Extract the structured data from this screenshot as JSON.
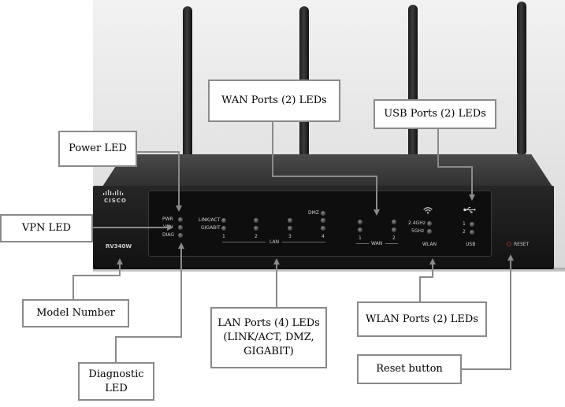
{
  "callouts": {
    "power_led": "Power LED",
    "vpn_led": "VPN LED",
    "model_number": "Model Number",
    "diagnostic_led_line1": "Diagnostic",
    "diagnostic_led_line2": "LED",
    "wan_ports": "WAN Ports (2) LEDs",
    "usb_ports": "USB Ports (2) LEDs",
    "lan_ports_line1": "LAN Ports (4) LEDs",
    "lan_ports_line2": "(LINK/ACT, DMZ,",
    "lan_ports_line3": "GIGABIT)",
    "wlan_ports": "WLAN Ports (2) LEDs",
    "reset_button": "Reset button"
  },
  "panel": {
    "brand": "CISCO",
    "model": "RV340W",
    "status_labels": [
      "PWR",
      "VPN",
      "DIAG"
    ],
    "lan_labels": [
      "LINK/ACT",
      "GIGABIT"
    ],
    "dmz_label": "DMZ",
    "lan_numbers": [
      "1",
      "2",
      "3",
      "4"
    ],
    "lan_group": "LAN",
    "wan_numbers": [
      "1",
      "2"
    ],
    "wan_group": "WAN",
    "wlan_bands": [
      "2.4GHz",
      "5GHz"
    ],
    "wlan_group": "WLAN",
    "usb_numbers": [
      "1",
      "2"
    ],
    "usb_group": "USB",
    "reset_label": "RESET"
  },
  "colors": {
    "callout_border": "#8a8a8a",
    "leader_line": "#8a8a8a",
    "router_body": "#1c1c1c",
    "led_off": "#5a5a5a",
    "reset_ring": "#7a2b2b"
  }
}
